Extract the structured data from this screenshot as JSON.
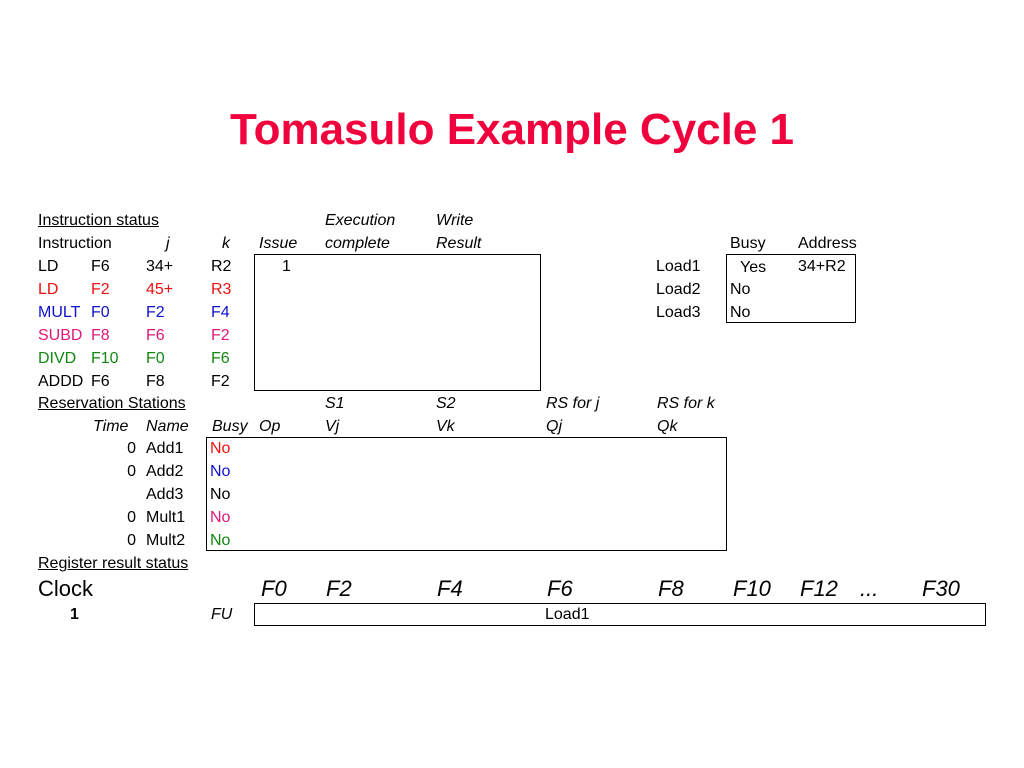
{
  "title": "Tomasulo Example Cycle 1",
  "colors": {
    "title": "#f0003c",
    "red": "#ee1111",
    "blue": "#1111cc",
    "pink": "#e0187a",
    "green": "#118811",
    "black": "#000000"
  },
  "instruction_status": {
    "heading": "Instruction status",
    "col_instruction": "Instruction",
    "col_j": "j",
    "col_k": "k",
    "col_issue": "Issue",
    "col_exec_1": "Execution",
    "col_exec_2": "complete",
    "col_write_1": "Write",
    "col_write_2": "Result",
    "rows": [
      {
        "op": "LD",
        "dest": "F6",
        "j": "34+",
        "k": "R2",
        "issue": "1",
        "color": "#000000"
      },
      {
        "op": "LD",
        "dest": "F2",
        "j": "45+",
        "k": "R3",
        "issue": "",
        "color": "#ee1111"
      },
      {
        "op": "MULT",
        "dest": "F0",
        "j": "F2",
        "k": "F4",
        "issue": "",
        "color": "#1111cc"
      },
      {
        "op": "SUBD",
        "dest": "F8",
        "j": "F6",
        "k": "F2",
        "issue": "",
        "color": "#e0187a"
      },
      {
        "op": "DIVD",
        "dest": "F10",
        "j": "F0",
        "k": "F6",
        "issue": "",
        "color": "#118811"
      },
      {
        "op": "ADDD",
        "dest": "F6",
        "j": "F8",
        "k": "F2",
        "issue": "",
        "color": "#000000"
      }
    ]
  },
  "load_buffers": {
    "col_busy": "Busy",
    "col_address": "Address",
    "rows": [
      {
        "name": "Load1",
        "busy": "Yes",
        "address": "34+R2"
      },
      {
        "name": "Load2",
        "busy": "No",
        "address": ""
      },
      {
        "name": "Load3",
        "busy": "No",
        "address": ""
      }
    ]
  },
  "reservation_stations": {
    "heading": "Reservation Stations",
    "col_s1": "S1",
    "col_s2": "S2",
    "col_rsj": "RS for j",
    "col_rsk": "RS for k",
    "col_time": "Time",
    "col_name": "Name",
    "col_busy": "Busy",
    "col_op": "Op",
    "col_vj": "Vj",
    "col_vk": "Vk",
    "col_qj": "Qj",
    "col_qk": "Qk",
    "rows": [
      {
        "time": "0",
        "name": "Add1",
        "busy": "No",
        "color": "#ee1111"
      },
      {
        "time": "0",
        "name": "Add2",
        "busy": "No",
        "color": "#1111cc"
      },
      {
        "time": "",
        "name": "Add3",
        "busy": "No",
        "color": "#000000"
      },
      {
        "time": "0",
        "name": "Mult1",
        "busy": "No",
        "color": "#e0187a"
      },
      {
        "time": "0",
        "name": "Mult2",
        "busy": "No",
        "color": "#118811"
      }
    ]
  },
  "register_status": {
    "heading": "Register result status",
    "clock_label": "Clock",
    "clock_value": "1",
    "fu_label": "FU",
    "registers": [
      "F0",
      "F2",
      "F4",
      "F6",
      "F8",
      "F10",
      "F12",
      "...",
      "F30"
    ],
    "fu_values": [
      "",
      "",
      "",
      "Load1",
      "",
      "",
      "",
      "",
      ""
    ]
  }
}
